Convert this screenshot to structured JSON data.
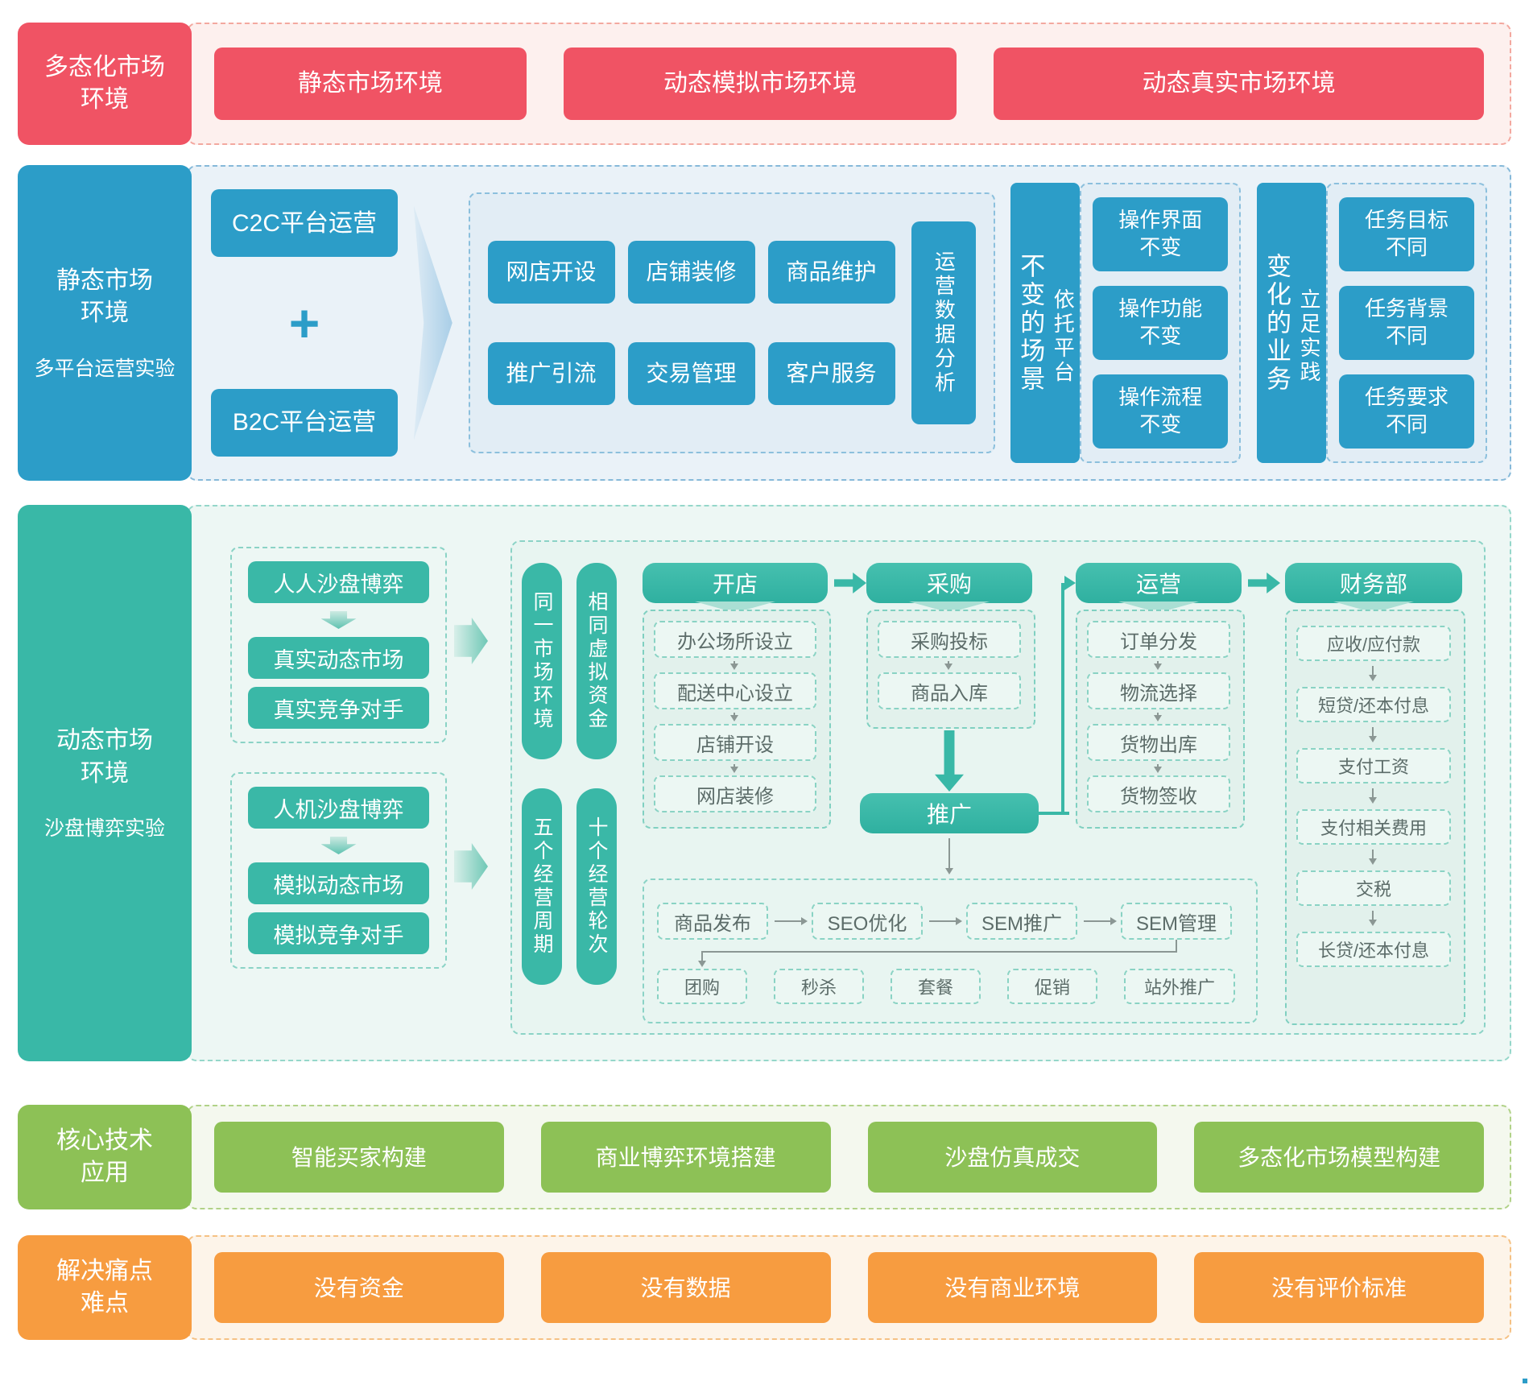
{
  "palette": {
    "red": "#f05364",
    "blue": "#2c9dc8",
    "teal": "#39b8a7",
    "green": "#8dc156",
    "orange": "#f79c40"
  },
  "rows": {
    "multi_market": {
      "label": "多态化市场\n环境",
      "boxes": [
        "静态市场环境",
        "动态模拟市场环境",
        "动态真实市场环境"
      ]
    },
    "static_market": {
      "label_title": "静态市场\n环境",
      "label_sub": "多平台运营实验",
      "c2c": "C2C平台运营",
      "plus": "+",
      "b2c": "B2C平台运营",
      "ops_boxes": [
        "网店开设",
        "店铺装修",
        "商品维护",
        "推广引流",
        "交易管理",
        "客户服务"
      ],
      "ops_vertical": "运营数据分析",
      "scene_bar": {
        "main": "不变的场景",
        "side": "依托平台"
      },
      "scene_boxes": [
        "操作界面\n不变",
        "操作功能\n不变",
        "操作流程\n不变"
      ],
      "biz_bar": {
        "main": "变化的业务",
        "side": "立足实践"
      },
      "biz_boxes": [
        "任务目标\n不同",
        "任务背景\n不同",
        "任务要求\n不同"
      ]
    },
    "dynamic_market": {
      "label_title": "动态市场\n环境",
      "label_sub": "沙盘博弈实验",
      "group_a": [
        "人人沙盘博弈",
        "真实动态市场",
        "真实竞争对手"
      ],
      "group_b": [
        "人机沙盘博弈",
        "模拟动态市场",
        "模拟竞争对手"
      ],
      "bars": [
        "同一市场环境",
        "相同虚拟资金",
        "五个经营周期",
        "十个经营轮次"
      ],
      "flow_columns": [
        {
          "header": "开店",
          "items": [
            "办公场所设立",
            "配送中心设立",
            "店铺开设",
            "网店装修"
          ]
        },
        {
          "header": "采购",
          "items": [
            "采购投标",
            "商品入库"
          ]
        },
        {
          "header": "运营",
          "items": [
            "订单分发",
            "物流选择",
            "货物出库",
            "货物签收"
          ]
        },
        {
          "header": "财务部",
          "items": [
            "应收/应付款",
            "短贷/还本付息",
            "支付工资",
            "支付相关费用",
            "交税",
            "长贷/还本付息"
          ]
        }
      ],
      "promo": "推广",
      "seo_row": [
        "商品发布",
        "SEO优化",
        "SEM推广",
        "SEM管理"
      ],
      "promo_row": [
        "团购",
        "秒杀",
        "套餐",
        "促销",
        "站外推广"
      ]
    },
    "core_tech": {
      "label": "核心技术\n应用",
      "boxes": [
        "智能买家构建",
        "商业博弈环境搭建",
        "沙盘仿真成交",
        "多态化市场模型构建"
      ]
    },
    "pain_points": {
      "label": "解决痛点\n难点",
      "boxes": [
        "没有资金",
        "没有数据",
        "没有商业环境",
        "没有评价标准"
      ]
    }
  }
}
